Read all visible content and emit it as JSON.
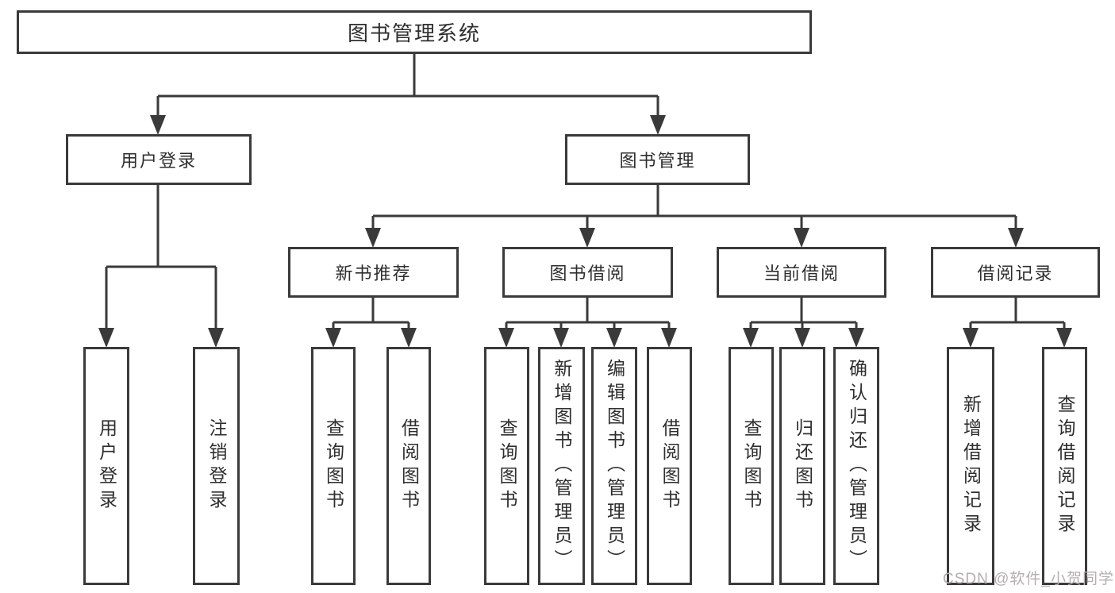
{
  "tree": {
    "label": "图书管理系统",
    "children": [
      {
        "label": "用户登录",
        "children": [
          {
            "label": "用户登录"
          },
          {
            "label": "注销登录"
          }
        ]
      },
      {
        "label": "图书管理",
        "children": [
          {
            "label": "新书推荐",
            "children": [
              {
                "label": "查询图书"
              },
              {
                "label": "借阅图书"
              }
            ]
          },
          {
            "label": "图书借阅",
            "children": [
              {
                "label": "查询图书"
              },
              {
                "label": "新增图书（管理员）"
              },
              {
                "label": "编辑图书（管理员）"
              },
              {
                "label": "借阅图书"
              }
            ]
          },
          {
            "label": "当前借阅",
            "children": [
              {
                "label": "查询图书"
              },
              {
                "label": "归还图书"
              },
              {
                "label": "确认归还（管理员）"
              }
            ]
          },
          {
            "label": "借阅记录",
            "children": [
              {
                "label": "新增借阅记录"
              },
              {
                "label": "查询借阅记录"
              }
            ]
          }
        ]
      }
    ]
  },
  "watermark": {
    "text": "CSDN @软件_小贺同学"
  },
  "colors": {
    "line": "#3a3a3a",
    "text": "#2e2e2e",
    "background": "#ffffff",
    "watermark": "#b6aeae"
  }
}
